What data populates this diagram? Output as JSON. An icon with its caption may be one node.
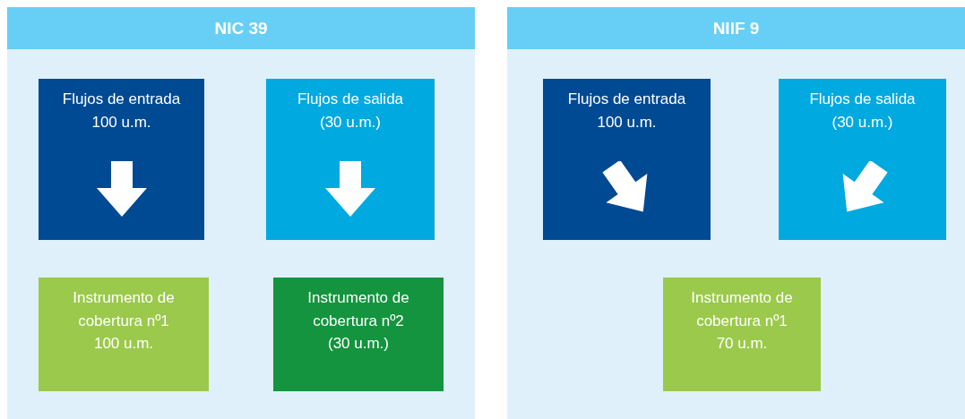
{
  "diagram": {
    "nodes": [
      {
        "text": [
          "NIC 39"
        ]
      },
      {
        "text": [
          "Flujos de entrada",
          "100 u.m."
        ],
        "in": 0
      },
      {
        "text": [
          "Flujos de salida",
          "(30 u.m.)"
        ],
        "in": 0
      },
      {
        "text": [
          "Instrumento de cobertura nº1",
          "100 u.m."
        ],
        "in": 0
      },
      {
        "text": [
          "Instrumento de cobertura nº2",
          "(30 u.m.)"
        ],
        "in": 0
      },
      {
        "text": [
          "NIIF 9"
        ]
      },
      {
        "text": [
          "Flujos de entrada",
          "100 u.m."
        ],
        "in": 5
      },
      {
        "text": [
          "Flujos de salida",
          "(30 u.m.)"
        ],
        "in": 5
      },
      {
        "text": [
          "Instrumento de cobertura nº1",
          "70 u.m."
        ],
        "in": 5
      }
    ]
  }
}
